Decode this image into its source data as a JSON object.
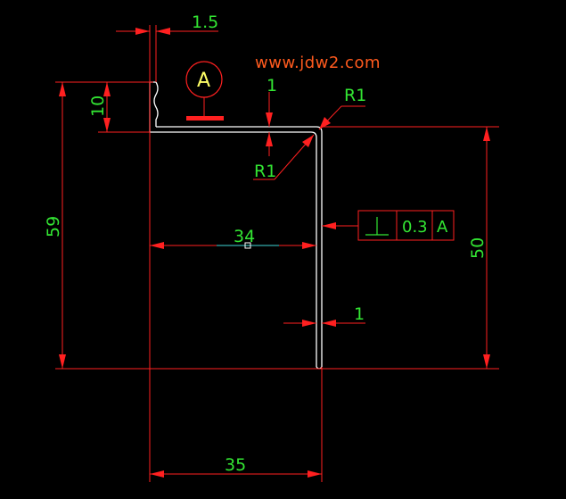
{
  "watermark": "www.jdw2.com",
  "datum": {
    "letter": "A"
  },
  "tolerance_frame": {
    "symbol": "perpendicularity",
    "value": "0.3",
    "datum": "A"
  },
  "dimensions": {
    "top_thickness": "1.5",
    "left_height": "10",
    "overall_height": "59",
    "top_wall_thickness": "1",
    "outer_radius": "R1",
    "inner_radius": "R1",
    "inner_width": "34",
    "right_height": "50",
    "vertical_wall_thickness": "1",
    "overall_width": "35"
  },
  "colors": {
    "background": "#000000",
    "dimension_lines": "#ff2020",
    "dimension_text": "#33e633",
    "part_outline": "#ffffff",
    "datum_letter": "#ffff66",
    "watermark": "#ff5a1e",
    "center_mark": "#3fd6d6"
  }
}
